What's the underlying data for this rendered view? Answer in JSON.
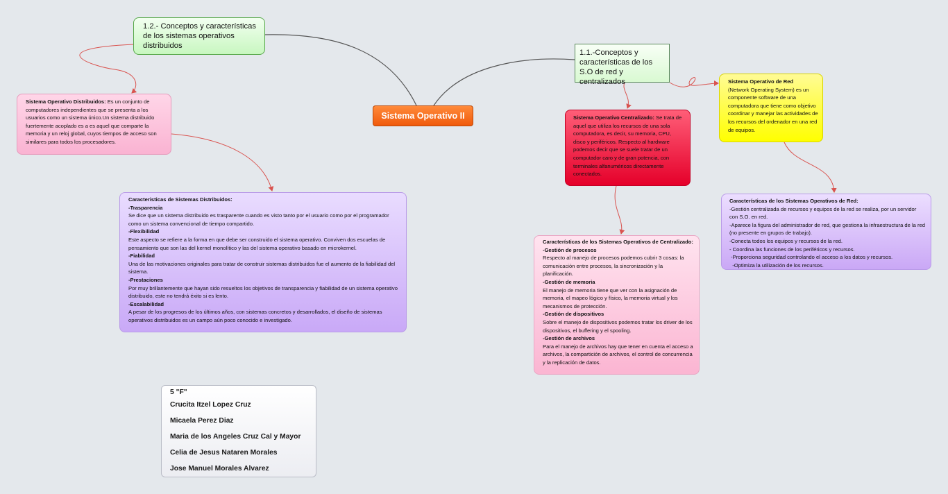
{
  "central": "Sistema Operativo II",
  "topics": {
    "distribuidos": "1.2.- Conceptos y características de los sistemas operativos distribuidos",
    "red": "1.1.-Conceptos y características de los S.O de red y centralizados"
  },
  "dist_def": {
    "title": "Sistema Operativo Distribuidos:",
    "text": " Es un conjunto de computadores independientes que se presenta a los usuarios como un sistema único.Un sistema distribuido fuertemente acoplado es a es aquel que comparte la memoria y un reloj global, cuyos tiempos de acceso son similares para todos los procesadores."
  },
  "dist_char": {
    "title": "Caracteristicas de Sistemas Distribuidos:",
    "items": [
      {
        "heading": "-Trasparencia",
        "text": "Se dice que un sistema distribuido es trasparente cuando es visto tanto por el usuario como por el programador como un sistema convencional de tiempo compartido."
      },
      {
        "heading": "-Flexibilidad",
        "text": "Este aspecto se refiere a la forma en que debe ser construido el sistema operativo. Conviven dos escuelas de pensamiento que son las del kernel monolítico y las del sistema operativo basado en microkernel."
      },
      {
        "heading": "-Fiabilidad",
        "text": "Una de las motivaciones originales para tratar de construir sistemas distribuidos fue el aumento de la fiabilidad del sistema."
      },
      {
        "heading": "-Prestaciones",
        "text": "Por muy brillantemente que hayan sido resueltos los objetivos de transparencia y fiabilidad de un sistema operativo distribuido, este no tendrá éxito si es lento."
      },
      {
        "heading": "-Escalabilidad",
        "text": "A pesar de los progresos de los últimos años, con sistemas concretos y desarrollados, el diseño de sistemas operativos distribuidos es un campo aún poco conocido e investigado."
      }
    ]
  },
  "centralizado": {
    "title": "Sistema Operativo Centralizado:",
    "text": " Se trata de aquel que utiliza los recursos de una sola computadora, es decir, su memoria, CPU, disco y periféricos. Respecto al hardware podemos decir que se suele tratar de un computador caro y de gran potencia, con terminales alfanuméricos directamente conectados."
  },
  "red_def": {
    "title": "Sistema Operativo de Red",
    "text": "(Network Operating System) es un componente software de una computadora que tiene como objetivo coordinar y manejar las actividades de los recursos del ordenador en una red de equipos."
  },
  "red_char": {
    "title": "Características de los Sistemas Operativos de Red:",
    "items": [
      "-Gestión centralizada de recursos y equipos de la  red se realiza, por un servidor con S.O. en red.",
      "-Aparece la figura del administrador de red, que gestiona la infraestructura de la red (no presente en grupos de trabajo).",
      "-Conecta todos los equipos y recursos de la red.",
      "- Coordina las funciones de los periféricos y recursos.",
      " -Proporciona seguridad controlando el acceso a los datos y recursos.",
      "  -Optimiza la utilización de los recursos."
    ]
  },
  "cent_char": {
    "title": "Características de los Sistemas Operativos de Centralizado:",
    "items": [
      {
        "heading": "-Gestión de procesos",
        "text": "Respecto al manejo de procesos podemos cubrir 3 cosas: la comunicación entre procesos, la sincronización y la planificación."
      },
      {
        "heading": "-Gestión de memoria",
        "text": "El manejo de memoria tiene que ver con la asignación de memoria, el mapeo lógico y físico, la memoria virtual y los mecanismos de protección."
      },
      {
        "heading": "-Gestión de dispositivos",
        "text": "Sobre el manejo de dispositivos podemos tratar los driver de los dispositivos, el buffering y el spooling."
      },
      {
        "heading": "-Gestión de archivos",
        "text": "Para el manejo de archivos hay que tener en cuenta el acceso a archivos, la compartición de archivos, el control de concurrencia y la replicación de datos."
      }
    ]
  },
  "names": {
    "title": "5 \"F\"",
    "list": [
      "Crucita Itzel Lopez Cruz",
      "Micaela Perez Diaz",
      "Maria de los Angeles Cruz Cal y Mayor",
      "Celia de Jesus Nataren Morales",
      "Jose Manuel Morales Alvarez"
    ]
  },
  "colors": {
    "central": "#f26b1d",
    "topic": "#c8f7c0",
    "pink": "#fab3d2",
    "purple": "#c9a9f7",
    "red": "#e5002a",
    "yellow": "#ffff00",
    "link_dark": "#555555",
    "link_red": "#d9534f"
  }
}
